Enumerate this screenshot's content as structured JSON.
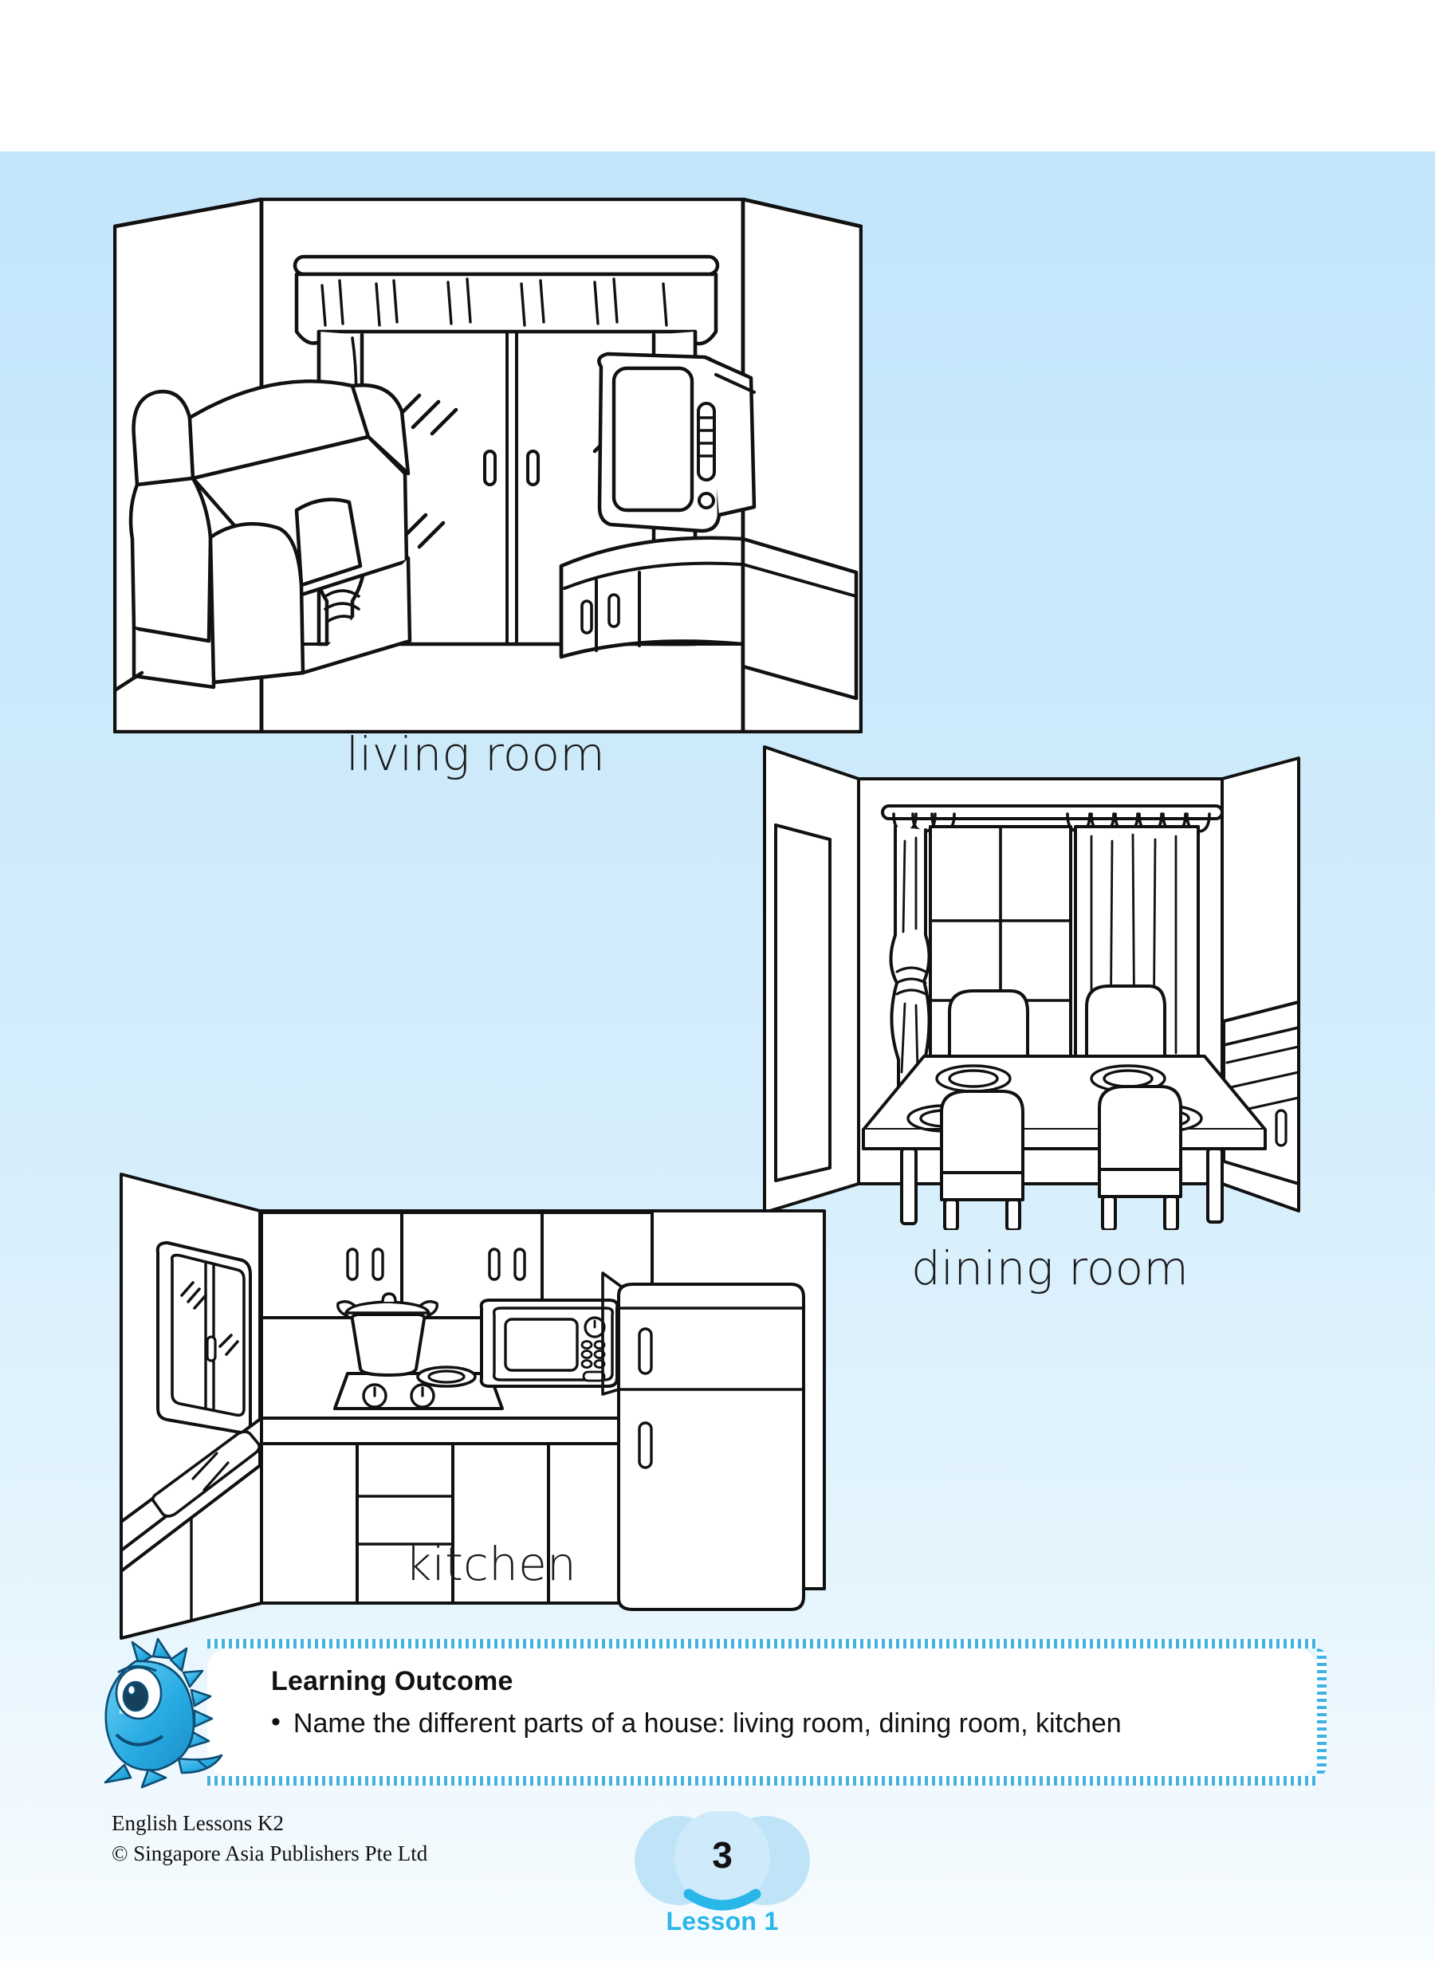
{
  "page": {
    "background_top_color": "#ffffff",
    "background_gradient_from": "#c3e6fb",
    "background_gradient_to": "#f7fcff"
  },
  "illustrations": [
    {
      "id": "living-room",
      "caption": "living room",
      "items": [
        "armchair",
        "sofa",
        "sliding glass door",
        "curtains with valance",
        "television",
        "tv cabinet"
      ]
    },
    {
      "id": "dining-room",
      "caption": "dining room",
      "items": [
        "dining table",
        "four chairs",
        "four plates",
        "window",
        "curtains on rod",
        "sideboard",
        "doorway"
      ]
    },
    {
      "id": "kitchen",
      "caption": "kitchen",
      "items": [
        "window",
        "wall cabinets",
        "pot on stove",
        "gas stove with two burners",
        "microwave oven",
        "refrigerator",
        "sink",
        "drawers"
      ]
    }
  ],
  "learning_outcome": {
    "title": "Learning Outcome",
    "bullet": "•",
    "items": [
      "Name the different parts of a house: living room, dining room, kitchen"
    ],
    "mascot": "fish-mascot",
    "border_color": "#3fb3e3"
  },
  "footer": {
    "book_title": "English Lessons K2",
    "copyright": "© Singapore Asia Publishers Pte Ltd",
    "page_number": "3",
    "lesson_label": "Lesson 1",
    "badge_circle_color": "#bfe4f7",
    "badge_arc_color": "#29b6e8",
    "lesson_label_color": "#29b6e8"
  }
}
